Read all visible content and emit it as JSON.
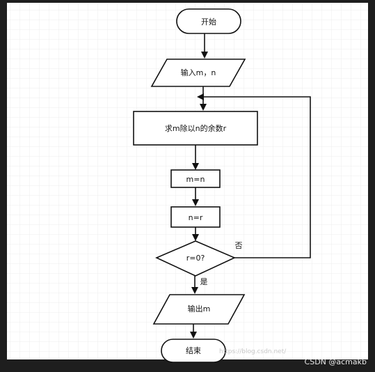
{
  "nodes": {
    "start": "开始",
    "input": "输入m，n",
    "compute": "求m除以n的余数r",
    "assign_m": "m=n",
    "assign_n": "n=r",
    "decision": "r=0?",
    "output": "输出m",
    "end": "结束"
  },
  "edge_labels": {
    "no": "否",
    "yes": "是"
  },
  "watermark": "CSDN @acmakb",
  "faint_url": "https://blog.csdn.net/"
}
